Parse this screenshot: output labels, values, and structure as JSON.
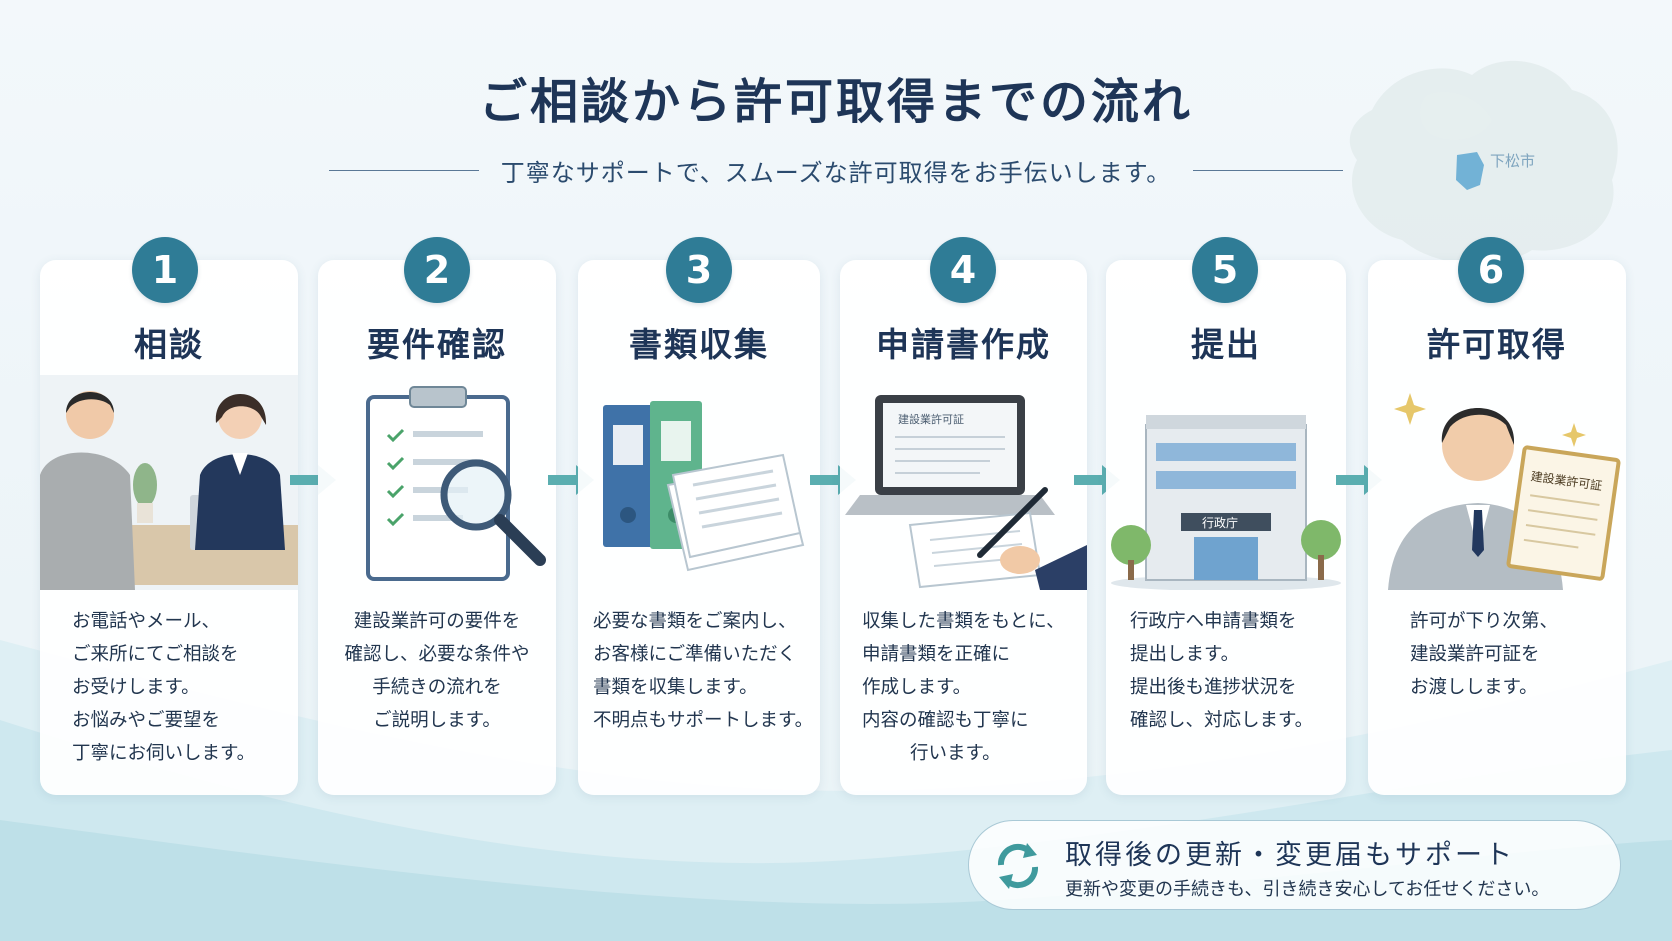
{
  "page": {
    "title": "ご相談から許可取得までの流れ",
    "subtitle": "丁寧なサポートで、スムーズな許可取得をお手伝いします。",
    "map_label": "下松市"
  },
  "steps": [
    {
      "number": "1",
      "title": "相談",
      "lines": [
        "お電話やメール、",
        "ご来所にてご相談を",
        "お受けします。",
        "お悩みやご要望を",
        "丁寧にお伺いします。"
      ]
    },
    {
      "number": "2",
      "title": "要件確認",
      "lines": [
        "建設業許可の要件を",
        "確認し、必要な条件や",
        "手続きの流れを",
        "ご説明します。"
      ]
    },
    {
      "number": "3",
      "title": "書類収集",
      "lines": [
        "必要な書類をご案内し、",
        "お客様にご準備いただく",
        "書類を収集します。",
        "不明点もサポートします。"
      ]
    },
    {
      "number": "4",
      "title": "申請書作成",
      "lines": [
        "収集した書類をもとに、",
        "申請書類を正確に",
        "作成します。",
        "内容の確認も丁寧に",
        "行います。"
      ],
      "screen_text": "建設業許可証"
    },
    {
      "number": "5",
      "title": "提出",
      "lines": [
        "行政庁へ申請書類を",
        "提出します。",
        "提出後も進捗状況を",
        "確認し、対応します。"
      ],
      "sign_text": "行政庁"
    },
    {
      "number": "6",
      "title": "許可取得",
      "lines": [
        "許可が下り次第、",
        "建設業許可証を",
        "お渡しします。"
      ],
      "certificate_text": "建設業許可証"
    }
  ],
  "support": {
    "title": "取得後の更新・変更届もサポート",
    "text": "更新や変更の手続きも、引き続き安心してお任せください。"
  },
  "colors": {
    "accent": "#2f7c96",
    "arrow": "#5aaeb0",
    "navy": "#1e3557"
  }
}
